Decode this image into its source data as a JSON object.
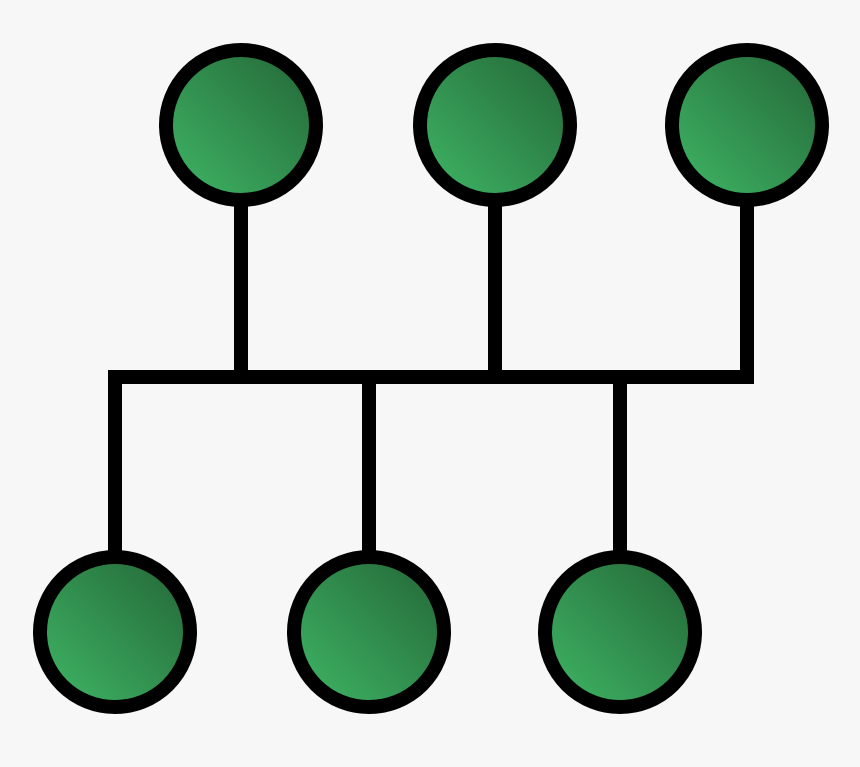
{
  "diagram": {
    "type": "bus-topology",
    "colors": {
      "background": "#f7f7f7",
      "line": "#000000",
      "node_fill_dark": "#236436",
      "node_fill_light": "#3fb866"
    },
    "nodes": [
      {
        "id": "top-1",
        "row": "top"
      },
      {
        "id": "top-2",
        "row": "top"
      },
      {
        "id": "top-3",
        "row": "top"
      },
      {
        "id": "bottom-1",
        "row": "bottom"
      },
      {
        "id": "bottom-2",
        "row": "bottom"
      },
      {
        "id": "bottom-3",
        "row": "bottom"
      }
    ]
  }
}
